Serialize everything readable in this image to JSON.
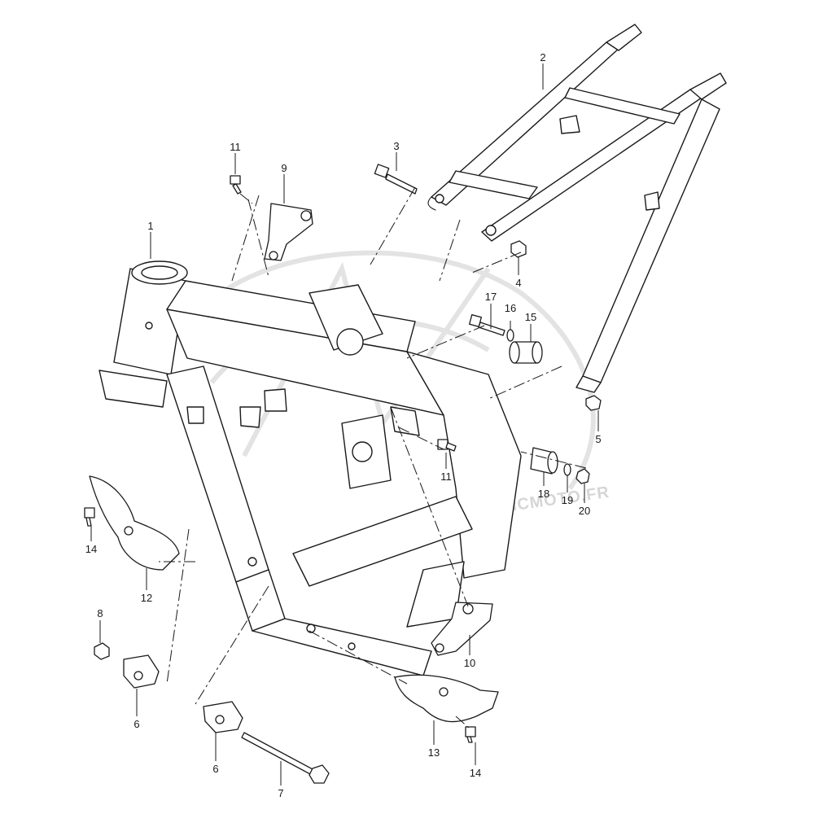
{
  "watermark": {
    "text": "WWW.ATOMICMOTO.FR",
    "color": "#d6d6d6"
  },
  "callouts": [
    {
      "id": "c1",
      "number": "1"
    },
    {
      "id": "c2",
      "number": "2"
    },
    {
      "id": "c3",
      "number": "3"
    },
    {
      "id": "c4",
      "number": "4"
    },
    {
      "id": "c5",
      "number": "5"
    },
    {
      "id": "c6a",
      "number": "6"
    },
    {
      "id": "c6b",
      "number": "6"
    },
    {
      "id": "c7",
      "number": "7"
    },
    {
      "id": "c8",
      "number": "8"
    },
    {
      "id": "c9",
      "number": "9"
    },
    {
      "id": "c10",
      "number": "10"
    },
    {
      "id": "c11a",
      "number": "11"
    },
    {
      "id": "c11b",
      "number": "11"
    },
    {
      "id": "c12",
      "number": "12"
    },
    {
      "id": "c13",
      "number": "13"
    },
    {
      "id": "c14a",
      "number": "14"
    },
    {
      "id": "c14b",
      "number": "14"
    },
    {
      "id": "c15",
      "number": "15"
    },
    {
      "id": "c16",
      "number": "16"
    },
    {
      "id": "c17",
      "number": "17"
    },
    {
      "id": "c18",
      "number": "18"
    },
    {
      "id": "c19",
      "number": "19"
    },
    {
      "id": "c20",
      "number": "20"
    }
  ]
}
